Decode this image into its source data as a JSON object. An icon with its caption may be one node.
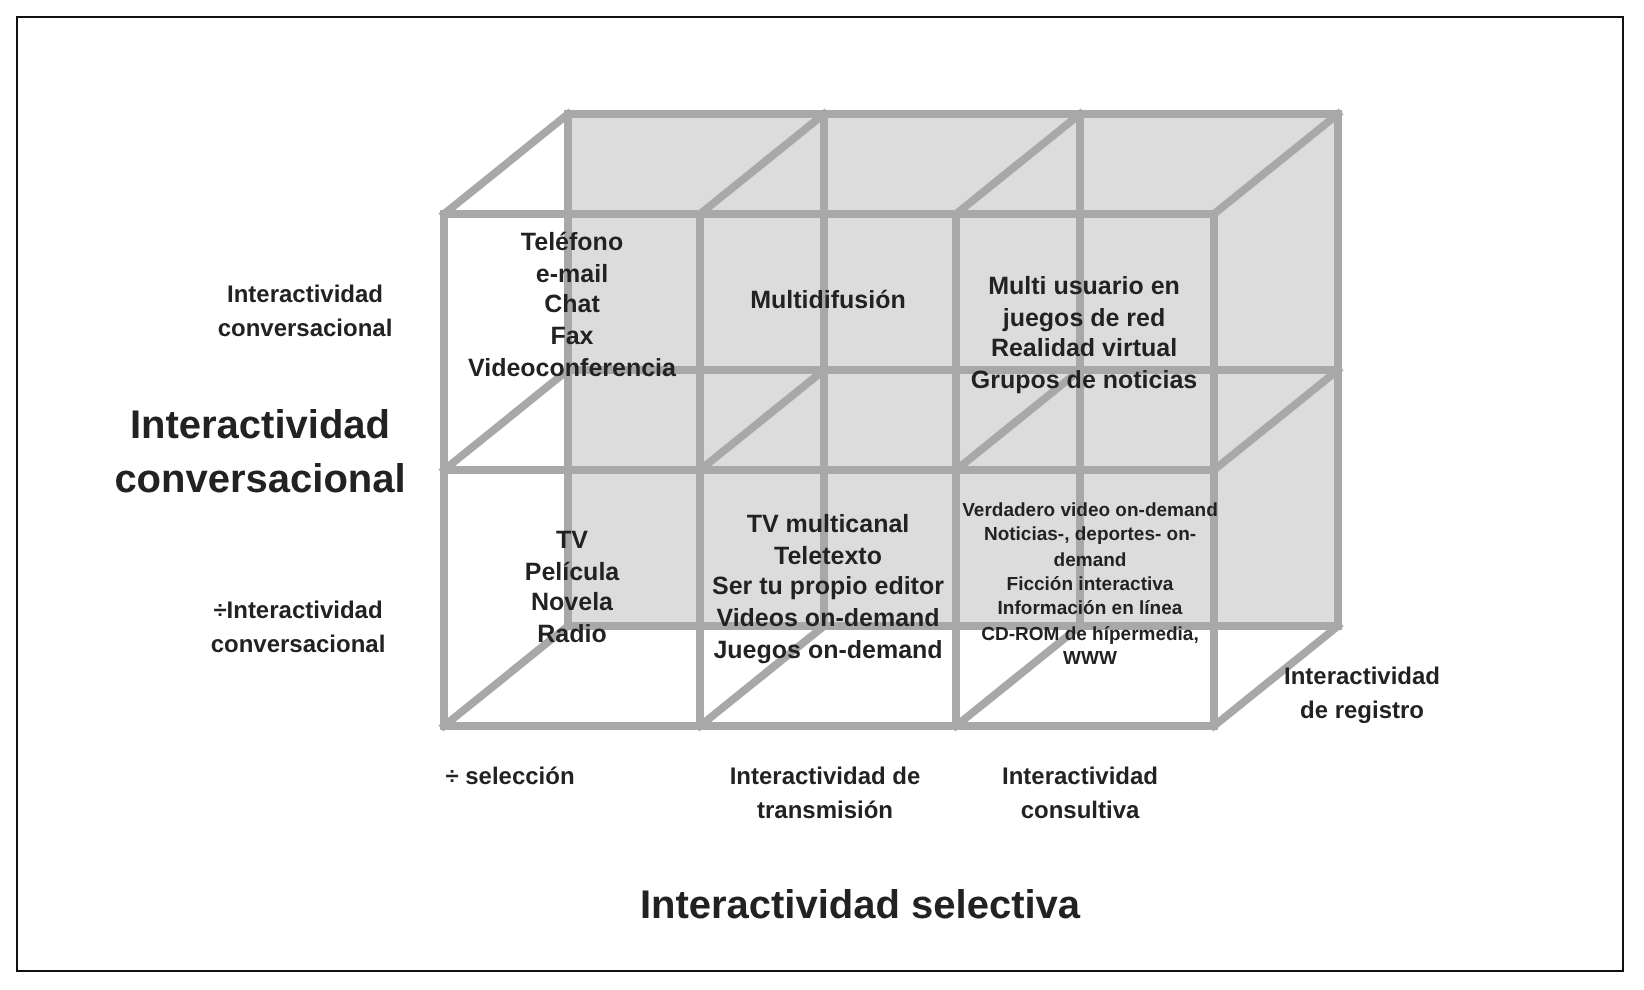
{
  "diagram": {
    "nodes": [
      {
        "text": [
          "Teléfono",
          "e-mail",
          "Chat",
          "Fax",
          "Videoconferencia"
        ]
      },
      {
        "text": [
          "Multidifusión"
        ]
      },
      {
        "text": [
          "Multi usuario en juegos de red",
          "Realidad virtual",
          "Grupos de noticias"
        ]
      },
      {
        "text": [
          "TV",
          "Película",
          "Novela",
          "Radio"
        ]
      },
      {
        "text": [
          "TV multicanal",
          "Teletexto",
          "Ser tu propio editor",
          "Videos on-demand",
          "Juegos on-demand"
        ]
      },
      {
        "text": [
          "Verdadero video on-demand",
          "Noticias-, deportes- on-demand",
          "Ficción interactiva",
          "Información en línea",
          "CD-ROM de hípermedia, WWW"
        ]
      }
    ],
    "labels": [
      "Interactividad conversacional",
      "Interactividad conversacional",
      "÷Interactividad conversacional",
      "Interactividad de registro",
      "÷ selección",
      "Interactividad de transmisión",
      "Interactividad consultiva",
      "Interactividad selectiva"
    ]
  }
}
